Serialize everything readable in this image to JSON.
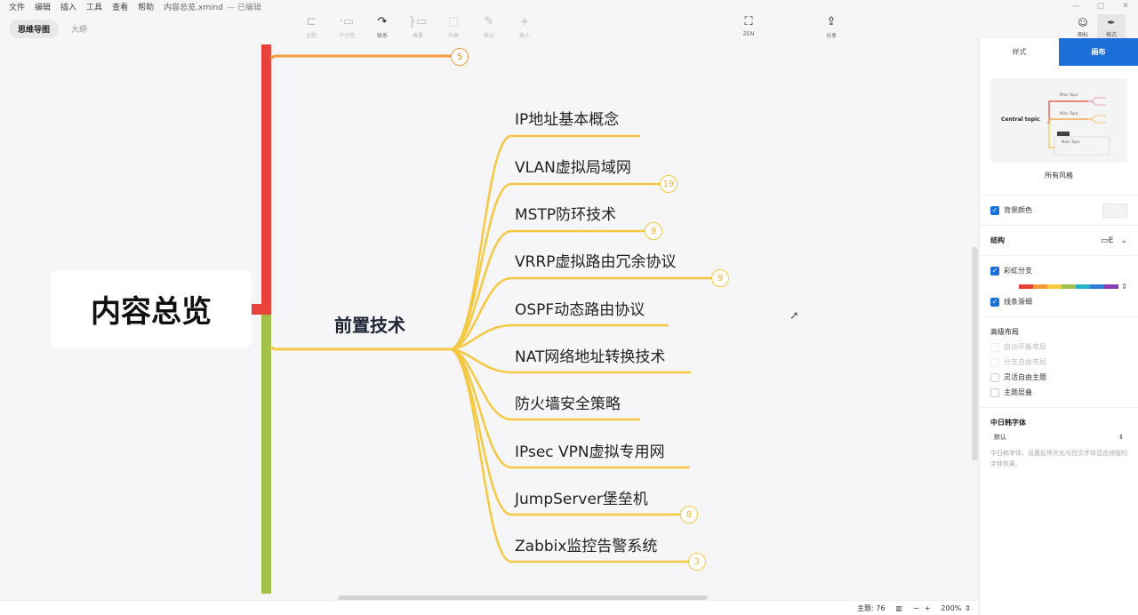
{
  "menubar": {
    "items": [
      "文件",
      "编辑",
      "插入",
      "工具",
      "查看",
      "帮助"
    ],
    "filename": "内容总览.xmind",
    "status": "— 已编辑"
  },
  "window_controls": [
    "—",
    "▢",
    "✕"
  ],
  "view_tabs": [
    {
      "label": "思维导图",
      "active": true
    },
    {
      "label": "大纲",
      "active": false
    }
  ],
  "toolbar": {
    "tools": [
      {
        "label": "主题",
        "icon": "topic-icon",
        "glyph": "⊏",
        "active": false
      },
      {
        "label": "子主题",
        "icon": "subtopic-icon",
        "glyph": "·▭",
        "active": false
      },
      {
        "label": "联系",
        "icon": "relationship-icon",
        "glyph": "↷",
        "active": true
      },
      {
        "label": "概要",
        "icon": "summary-icon",
        "glyph": "}▭",
        "active": false
      },
      {
        "label": "外框",
        "icon": "boundary-icon",
        "glyph": "⬚",
        "active": false
      },
      {
        "label": "笔记",
        "icon": "note-icon",
        "glyph": "✎",
        "active": false
      },
      {
        "label": "插入",
        "icon": "insert-icon",
        "glyph": "+",
        "active": false
      }
    ],
    "zen": {
      "label": "ZEN",
      "glyph": "⛶"
    },
    "share": {
      "label": "分享",
      "glyph": "⇪"
    }
  },
  "panel_tools": [
    {
      "label": "图标",
      "glyph": "☺",
      "active": false
    },
    {
      "label": "格式",
      "glyph": "✒",
      "active": true
    }
  ],
  "mindmap": {
    "central_topic": "内容总览",
    "main_topic": "前置技术",
    "collapsed_branch_count": "5",
    "branch_colors": {
      "red": "#e8423a",
      "orange": "#f39a36",
      "yellow": "#f5c842",
      "green": "#a3c14a"
    },
    "subtopics": [
      {
        "label": "IP地址基本概念",
        "count": null
      },
      {
        "label": "VLAN虚拟局域网",
        "count": "19"
      },
      {
        "label": "MSTP防环技术",
        "count": "9"
      },
      {
        "label": "VRRP虚拟路由冗余协议",
        "count": "9"
      },
      {
        "label": "OSPF动态路由协议",
        "count": null
      },
      {
        "label": "NAT网络地址转换技术",
        "count": null
      },
      {
        "label": "防火墙安全策略",
        "count": null
      },
      {
        "label": "IPsec VPN虚拟专用网",
        "count": null
      },
      {
        "label": "JumpServer堡垒机",
        "count": "8"
      },
      {
        "label": "Zabbix监控告警系统",
        "count": "3"
      }
    ]
  },
  "statusbar": {
    "topic_count_label": "主题: 76",
    "map_icon": "📖",
    "zoom_out": "−",
    "zoom_in": "+",
    "zoom_level": "200%",
    "zoom_spinner": "⇕"
  },
  "right_panel": {
    "tabs": [
      {
        "label": "样式",
        "active": false
      },
      {
        "label": "画布",
        "active": true
      }
    ],
    "preview": {
      "central": "Central topic",
      "main_topics": [
        "Main Topic",
        "Main Topic",
        "Main Topic"
      ]
    },
    "all_styles": "所有风格",
    "background_color": {
      "label": "背景颜色",
      "checked": true
    },
    "structure": {
      "label": "结构",
      "value_glyph": "▭E",
      "chevron": "⌄"
    },
    "rainbow_branch": {
      "label": "彩虹分支",
      "checked": true,
      "colors": [
        "#e8423a",
        "#f39a36",
        "#f5c842",
        "#a3c14a",
        "#26b3c9",
        "#2f7bd8",
        "#8a3fb0"
      ]
    },
    "tapered_lines": {
      "label": "线条渐细",
      "checked": true
    },
    "advanced_layout": {
      "title": "高级布局",
      "options": [
        {
          "label": "自动平衡布局",
          "checked": false,
          "disabled": true
        },
        {
          "label": "分支自由布局",
          "checked": false,
          "disabled": true
        },
        {
          "label": "灵活自由主题",
          "checked": false,
          "disabled": false
        },
        {
          "label": "主题层叠",
          "checked": false,
          "disabled": false
        }
      ]
    },
    "cjk_font": {
      "title": "中日韩字体",
      "value": "默认",
      "hint": "中日韩字体，设置后将优化与西文字体混合排版的字体效果。"
    }
  }
}
